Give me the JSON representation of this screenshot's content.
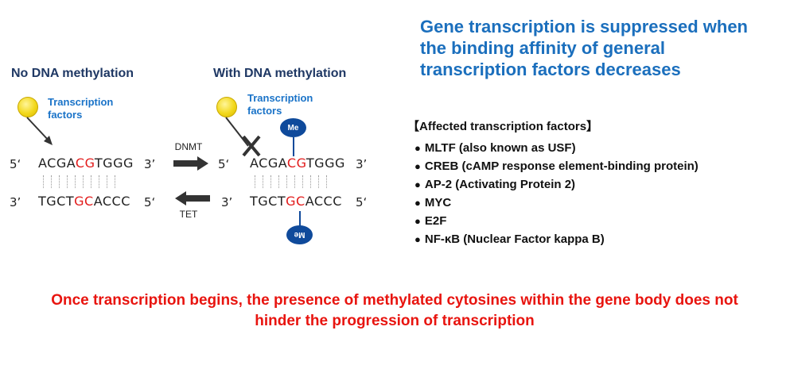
{
  "headline": "Gene transcription is suppressed when the binding affinity of general transcription factors decreases",
  "left_panel": {
    "title": "No DNA methylation",
    "tf_label": "Transcription factors",
    "top_strand": {
      "five": "5‘",
      "pre": "ACGA",
      "cg": "CG",
      "post": "TGGG",
      "three": "3’"
    },
    "bottom_strand": {
      "three": "3’",
      "pre": "TGCT",
      "gc": "GC",
      "post": "ACCC",
      "five": "5‘"
    }
  },
  "right_panel": {
    "title": "With DNA methylation",
    "tf_label": "Transcription factors",
    "me_label": "Me",
    "top_strand": {
      "five": "5‘",
      "pre": "ACGA",
      "cg": "CG",
      "post": "TGGG",
      "three": "3’"
    },
    "bottom_strand": {
      "three": "3’",
      "pre": "TGCT",
      "gc": "GC",
      "post": "ACCC",
      "five": "5‘"
    }
  },
  "arrows": {
    "forward_label": "DNMT",
    "reverse_label": "TET"
  },
  "affected": {
    "title": "【Affected transcription factors】",
    "items": [
      "MLTF (also known as USF)",
      "CREB (cAMP response element-binding protein)",
      "AP-2 (Activating Protein 2)",
      "MYC",
      "E2F",
      "NF-κB (Nuclear Factor kappa B)"
    ]
  },
  "bottom_note": "Once transcription begins, the presence of methylated cytosines within the gene body does not hinder the progression of transcription",
  "colors": {
    "headline": "#1b6fbd",
    "panel_title": "#1f3864",
    "tf_label": "#1a73c8",
    "highlight": "#e21b1b",
    "me_badge": "#0f4a9b",
    "note": "#e8140f"
  }
}
